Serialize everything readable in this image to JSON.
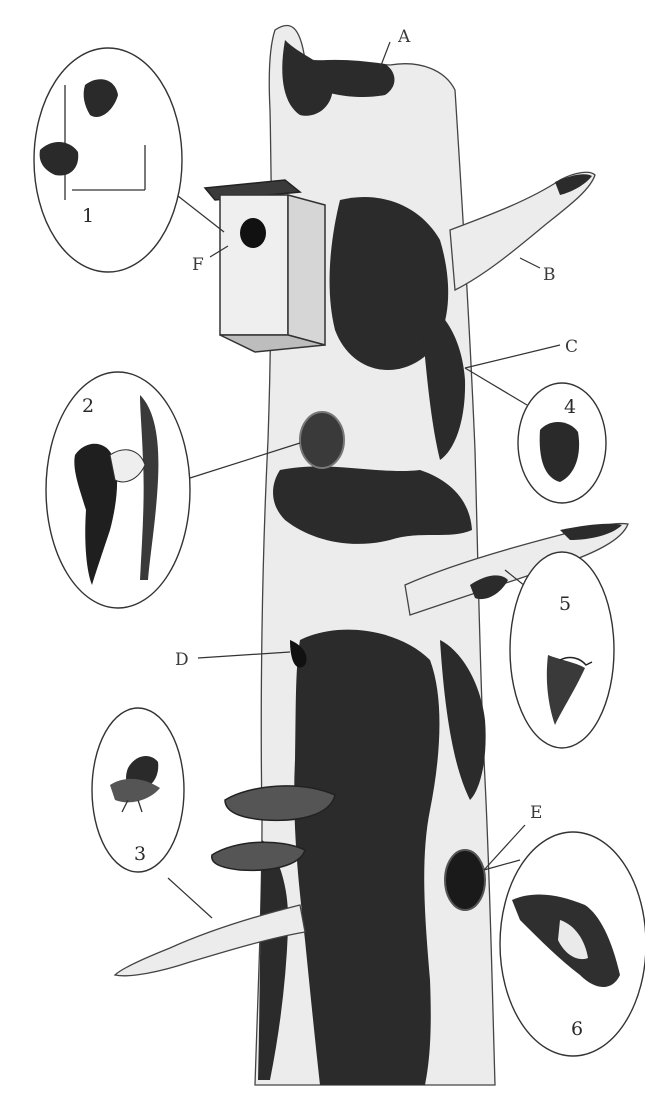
{
  "labels": {
    "A": "A",
    "B": "B",
    "C": "C",
    "D": "D",
    "E": "E",
    "F": "F"
  },
  "insets": {
    "n1": "1",
    "n2": "2",
    "n3": "3",
    "n4": "4",
    "n5": "5",
    "n6": "6"
  },
  "illustration": {
    "subject": "snag-tree-wildlife-habitat",
    "style": "black-and-white pen drawing"
  }
}
